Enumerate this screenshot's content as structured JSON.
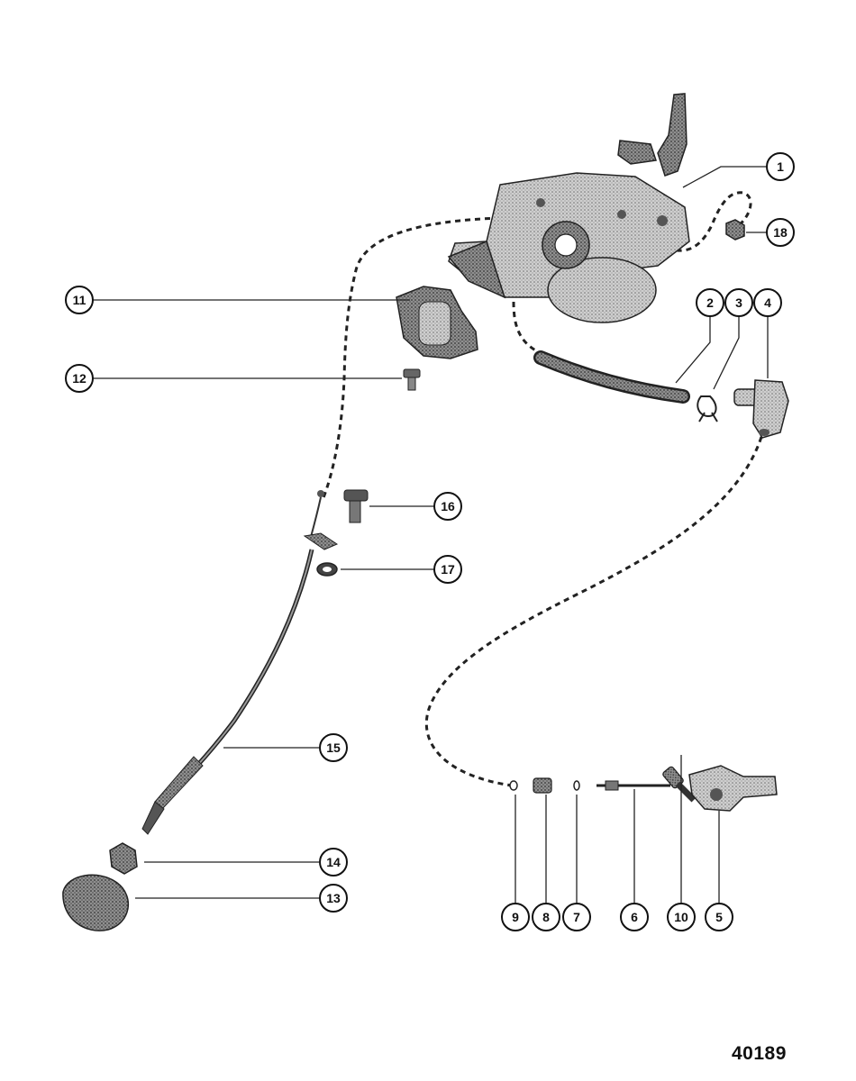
{
  "drawing_number": "40189",
  "callouts": [
    {
      "id": "callout-1",
      "label": "1"
    },
    {
      "id": "callout-2",
      "label": "2"
    },
    {
      "id": "callout-3",
      "label": "3"
    },
    {
      "id": "callout-4",
      "label": "4"
    },
    {
      "id": "callout-5",
      "label": "5"
    },
    {
      "id": "callout-6",
      "label": "6"
    },
    {
      "id": "callout-7",
      "label": "7"
    },
    {
      "id": "callout-8",
      "label": "8"
    },
    {
      "id": "callout-9",
      "label": "9"
    },
    {
      "id": "callout-10",
      "label": "10"
    },
    {
      "id": "callout-11",
      "label": "11"
    },
    {
      "id": "callout-12",
      "label": "12"
    },
    {
      "id": "callout-13",
      "label": "13"
    },
    {
      "id": "callout-14",
      "label": "14"
    },
    {
      "id": "callout-15",
      "label": "15"
    },
    {
      "id": "callout-16",
      "label": "16"
    },
    {
      "id": "callout-17",
      "label": "17"
    },
    {
      "id": "callout-18",
      "label": "18"
    }
  ],
  "colors": {
    "ink": "#222222",
    "part_fill": "#bdbdbd",
    "part_dark": "#7a7a7a",
    "background": "#ffffff"
  }
}
